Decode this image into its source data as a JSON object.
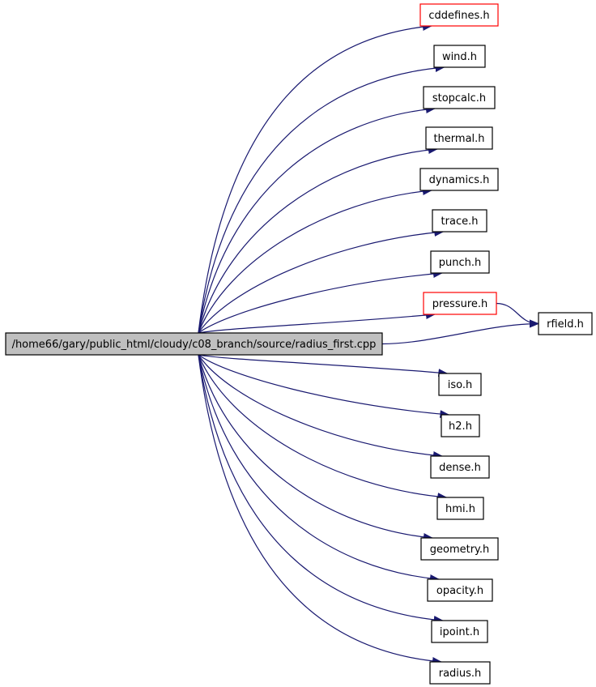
{
  "colors": {
    "edge": "#191970",
    "normal_border": "#000000",
    "highlighted_border": "#ff0000",
    "root_fill": "#bfbfbf",
    "node_fill": "#ffffff"
  },
  "diagram": {
    "root": {
      "id": "root",
      "label": "/home66/gary/public_html/cloudy/c08_branch/source/radius_first.cpp"
    },
    "nodes": [
      {
        "id": "cddefines",
        "label": "cddefines.h",
        "highlighted": true
      },
      {
        "id": "wind",
        "label": "wind.h",
        "highlighted": false
      },
      {
        "id": "stopcalc",
        "label": "stopcalc.h",
        "highlighted": false
      },
      {
        "id": "thermal",
        "label": "thermal.h",
        "highlighted": false
      },
      {
        "id": "dynamics",
        "label": "dynamics.h",
        "highlighted": false
      },
      {
        "id": "trace",
        "label": "trace.h",
        "highlighted": false
      },
      {
        "id": "punch",
        "label": "punch.h",
        "highlighted": false
      },
      {
        "id": "pressure",
        "label": "pressure.h",
        "highlighted": true
      },
      {
        "id": "rfield",
        "label": "rfield.h",
        "highlighted": false
      },
      {
        "id": "iso",
        "label": "iso.h",
        "highlighted": false
      },
      {
        "id": "h2",
        "label": "h2.h",
        "highlighted": false
      },
      {
        "id": "dense",
        "label": "dense.h",
        "highlighted": false
      },
      {
        "id": "hmi",
        "label": "hmi.h",
        "highlighted": false
      },
      {
        "id": "geometry",
        "label": "geometry.h",
        "highlighted": false
      },
      {
        "id": "opacity",
        "label": "opacity.h",
        "highlighted": false
      },
      {
        "id": "ipoint",
        "label": "ipoint.h",
        "highlighted": false
      },
      {
        "id": "radius",
        "label": "radius.h",
        "highlighted": false
      }
    ],
    "edges": [
      {
        "from": "root",
        "to": "cddefines"
      },
      {
        "from": "root",
        "to": "wind"
      },
      {
        "from": "root",
        "to": "stopcalc"
      },
      {
        "from": "root",
        "to": "thermal"
      },
      {
        "from": "root",
        "to": "dynamics"
      },
      {
        "from": "root",
        "to": "trace"
      },
      {
        "from": "root",
        "to": "punch"
      },
      {
        "from": "root",
        "to": "pressure"
      },
      {
        "from": "root",
        "to": "rfield"
      },
      {
        "from": "pressure",
        "to": "rfield"
      },
      {
        "from": "root",
        "to": "iso"
      },
      {
        "from": "root",
        "to": "h2"
      },
      {
        "from": "root",
        "to": "dense"
      },
      {
        "from": "root",
        "to": "hmi"
      },
      {
        "from": "root",
        "to": "geometry"
      },
      {
        "from": "root",
        "to": "opacity"
      },
      {
        "from": "root",
        "to": "ipoint"
      },
      {
        "from": "root",
        "to": "radius"
      }
    ]
  }
}
